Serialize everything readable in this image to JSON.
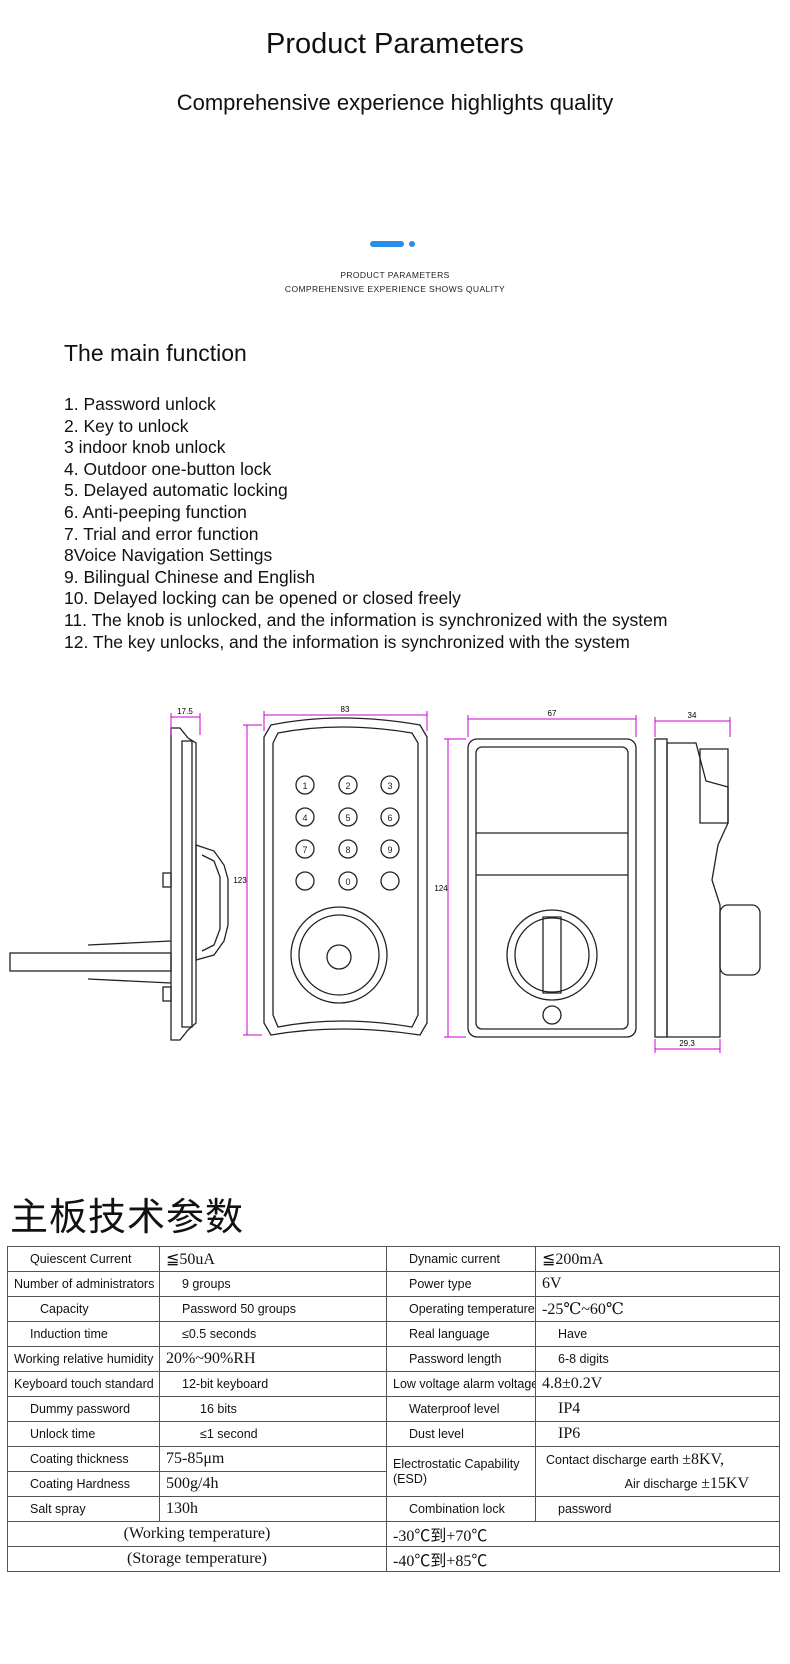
{
  "header": {
    "title": "Product Parameters",
    "subtitle": "Comprehensive experience highlights quality",
    "small_line1": "PRODUCT PARAMETERS",
    "small_line2": "COMPREHENSIVE EXPERIENCE SHOWS QUALITY"
  },
  "functions": {
    "title": "The main function",
    "items": [
      "1. Password unlock",
      "2. Key to unlock",
      "3 indoor knob unlock",
      "4. Outdoor one-button lock",
      "5. Delayed automatic locking",
      "6. Anti-peeping function",
      "7. Trial and error function",
      "8Voice Navigation Settings",
      "9. Bilingual Chinese and English",
      "10. Delayed locking can be opened or closed freely",
      "11. The knob is unlocked, and the information is synchronized with the system",
      "12. The key unlocks, and the information is synchronized with the system"
    ]
  },
  "drawing": {
    "dims": [
      "17.5",
      "83",
      "123",
      "67",
      "124",
      "34",
      "29.3"
    ],
    "keys": [
      "1",
      "2",
      "3",
      "4",
      "5",
      "6",
      "7",
      "8",
      "9",
      "0"
    ],
    "dim_color": "#cc00cc"
  },
  "board": {
    "title": "主板技术参数",
    "rows": [
      {
        "l1": "Quiescent Current",
        "v1": "≦50uA",
        "l2": "Dynamic current",
        "v2": "≦200mA"
      },
      {
        "l1": "Number of administrators",
        "v1": "9 groups",
        "l2": "Power type",
        "v2": "6V"
      },
      {
        "l1": "Capacity",
        "v1": "Password 50 groups",
        "l2": "Operating temperature",
        "v2": "-25℃~60℃"
      },
      {
        "l1": "Induction time",
        "v1": "≤0.5 seconds",
        "l2": "Real language",
        "v2": "Have"
      },
      {
        "l1": "Working relative humidity",
        "v1": "20%~90%RH",
        "l2": "Password length",
        "v2": "6-8 digits"
      },
      {
        "l1": "Keyboard touch standard",
        "v1": "12-bit keyboard",
        "l2": "Low voltage alarm voltage",
        "v2": "4.8±0.2V"
      },
      {
        "l1": "Dummy password",
        "v1": "16 bits",
        "l2": "Waterproof level",
        "v2": "IP4"
      },
      {
        "l1": "Unlock time",
        "v1": "≤1 second",
        "l2": "Dust level",
        "v2": "IP6"
      },
      {
        "l1": "Coating thickness",
        "v1": "75-85μm"
      },
      {
        "l1": "Coating Hardness",
        "v1": "500g/4h"
      },
      {
        "l1": "Salt spray",
        "v1": "130h",
        "l2": "Combination lock",
        "v2": "password"
      }
    ],
    "esd_label": "Electrostatic Capability (ESD)",
    "esd_contact_label": "Contact discharge earth",
    "esd_contact_value": "±8KV,",
    "esd_air_label": "Air discharge",
    "esd_air_value": "±15KV",
    "work_temp_label": "(Working temperature)",
    "work_temp_value": "-30℃到+70℃",
    "store_temp_label": "(Storage temperature)",
    "store_temp_value": "-40℃到+85℃"
  }
}
